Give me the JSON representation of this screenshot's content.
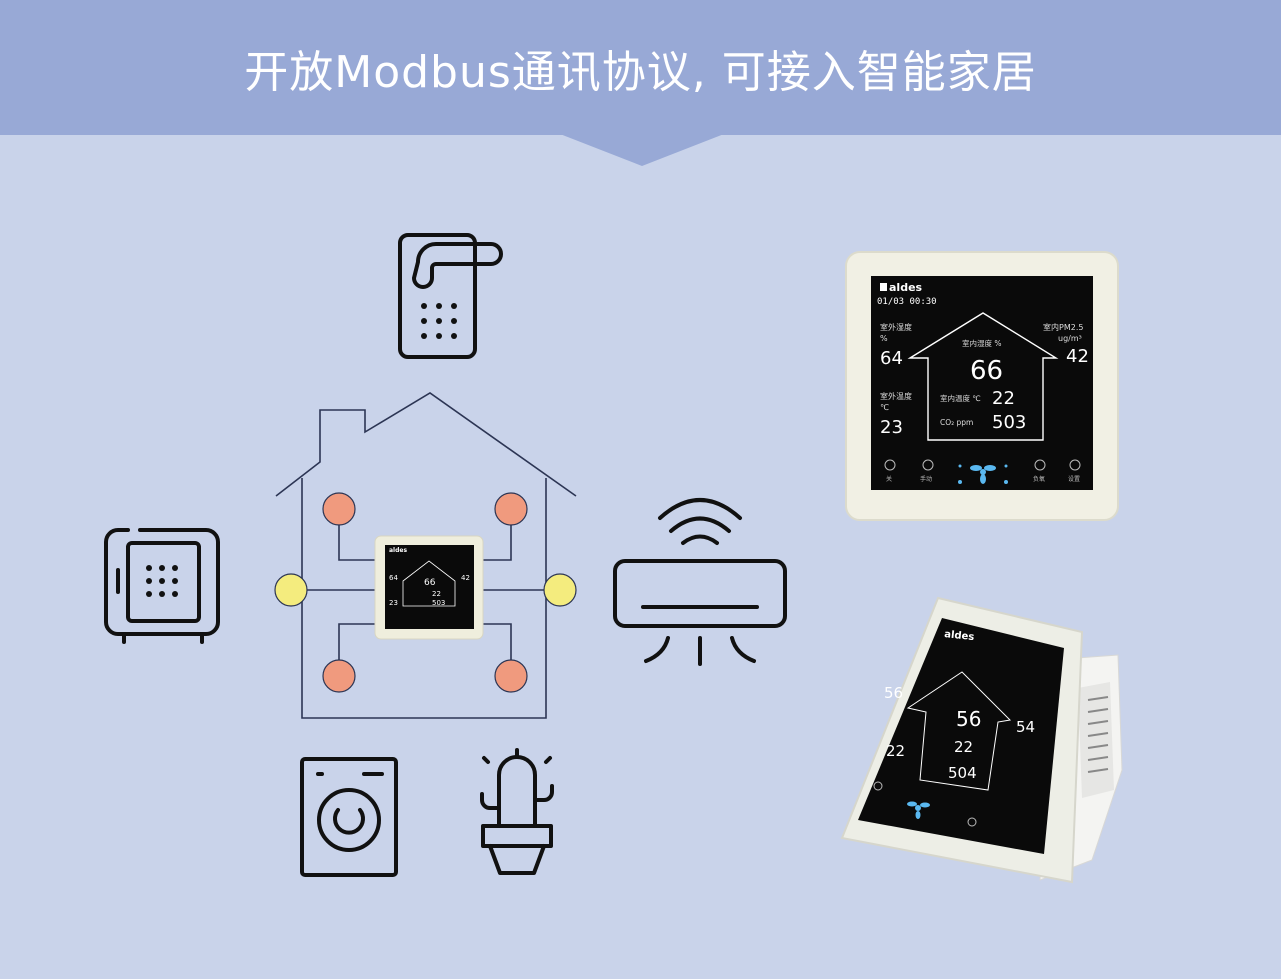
{
  "banner": {
    "title": "开放Modbus通讯协议, 可接入智能家居"
  },
  "colors": {
    "banner": "#98a9d6",
    "background": "#c9d3ea",
    "node_red": "#f09a7e",
    "node_yellow": "#f4ec7e",
    "screen": "#0a0a0a",
    "screen_text": "#ffffff",
    "screen_accent": "#5ab8f0"
  },
  "icons": [
    "door-lock-icon",
    "safe-icon",
    "washing-machine-icon",
    "cactus-plant-icon",
    "air-conditioner-icon",
    "wifi-icon",
    "house-network-icon"
  ],
  "device": {
    "brand": "aldes",
    "datetime": "01/03 00:30",
    "outdoor_humidity_label": "室外湿度",
    "outdoor_humidity_unit": "%",
    "outdoor_humidity": "64",
    "indoor_pm_label": "室内PM2.5",
    "indoor_pm_unit": "ug/m³",
    "indoor_pm": "42",
    "indoor_humidity_label": "室内湿度 %",
    "indoor_humidity": "66",
    "outdoor_temp_label": "室外温度",
    "outdoor_temp_unit": "℃",
    "outdoor_temp": "23",
    "indoor_temp_label": "室内温度 ℃",
    "indoor_temp": "22",
    "co2_label": "CO₂ ppm",
    "co2": "503",
    "buttons": [
      "关",
      "手动",
      "",
      "负氧",
      "设置"
    ]
  },
  "device_angled": {
    "brand": "aldes",
    "outdoor_humidity": "56",
    "indoor_humidity": "56",
    "indoor_pm": "54",
    "outdoor_temp": "22",
    "indoor_temp": "22",
    "co2": "504"
  },
  "mini_device": {
    "brand": "aldes",
    "indoor_humidity": "66",
    "outdoor_humidity": "64",
    "indoor_pm": "42",
    "outdoor_temp": "23",
    "indoor_temp": "22",
    "co2": "503"
  }
}
